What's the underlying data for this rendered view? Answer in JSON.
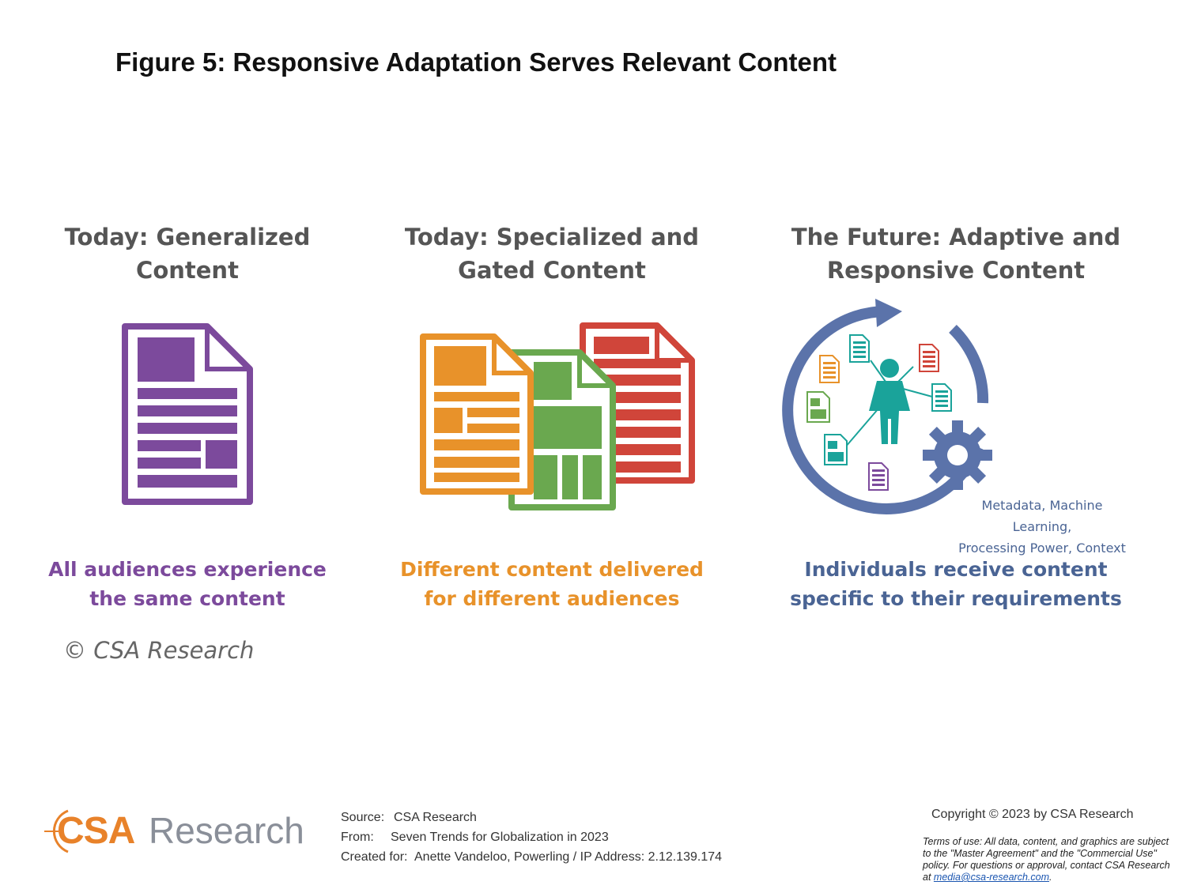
{
  "figure_title": "Figure 5: Responsive Adaptation Serves Relevant Content",
  "panels": [
    {
      "title_line1": "Today: Generalized",
      "title_line2": "Content",
      "caption_line1": "All audiences experience",
      "caption_line2": "the same content",
      "caption_color": "#7c4a9c"
    },
    {
      "title_line1": "Today: Specialized and",
      "title_line2": "Gated Content",
      "caption_line1": "Different content delivered",
      "caption_line2": "for different audiences",
      "caption_color": "#e8922a"
    },
    {
      "title_line1": "The Future: Adaptive and",
      "title_line2": "Responsive Content",
      "caption_line1": "Individuals receive content",
      "caption_line2": "specific to their requirements",
      "caption_color": "#4a6494",
      "note_line1": "Metadata, Machine Learning,",
      "note_line2": "Processing Power, Context"
    }
  ],
  "colors": {
    "purple": "#7c4a9c",
    "orange": "#e8922a",
    "green": "#6aa84f",
    "red": "#d0453a",
    "teal": "#1aa39a",
    "blue": "#5b73aa"
  },
  "copyright_mark": "© CSA Research",
  "footer": {
    "logo_csa": "CSA",
    "logo_research": "Research",
    "source_label": "Source:",
    "source_value": "CSA Research",
    "from_label": "From:",
    "from_value": "Seven Trends for Globalization in 2023",
    "created_label": "Created for:",
    "created_value": "Anette Vandeloo, Powerling / IP Address:  2.12.139.174",
    "copyright": "Copyright © 2023 by CSA Research",
    "terms": "Terms of use: All data, content, and graphics are subject to the \"Master Agreement\" and the \"Commercial Use\" policy. For questions or approval, contact CSA Research at",
    "terms_email": "media@csa-research.com"
  }
}
